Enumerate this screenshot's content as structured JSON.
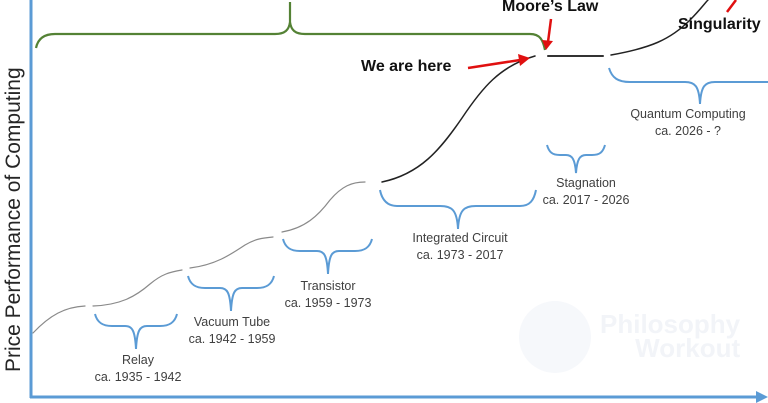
{
  "chart_data": {
    "type": "line",
    "title": "",
    "ylabel": "Price Performance of Computing",
    "xlabel": "",
    "segments": [
      {
        "name": "Relay",
        "period": "ca. 1935 - 1942"
      },
      {
        "name": "Vacuum Tube",
        "period": "ca. 1942 - 1959"
      },
      {
        "name": "Transistor",
        "period": "ca. 1959 - 1973"
      },
      {
        "name": "Integrated Circuit",
        "period": "ca. 1973 - 2017"
      },
      {
        "name": "Stagnation",
        "period": "ca. 2017 - 2026"
      },
      {
        "name": "Quantum Computing",
        "period": "ca. 2026 - ?"
      }
    ],
    "annotations": [
      "Moore's Law",
      "We are here",
      "Singularity"
    ]
  },
  "axis": {
    "ylabel": "Price Performance of Computing",
    "color": "#5b9bd5"
  },
  "colors": {
    "brace": "#5b9bd5",
    "top_brace": "#548235",
    "arrow": "#e01010",
    "curve": "#333333"
  },
  "eras": [
    {
      "name": "Relay",
      "period": "ca. 1935 - 1942"
    },
    {
      "name": "Vacuum Tube",
      "period": "ca. 1942 - 1959"
    },
    {
      "name": "Transistor",
      "period": "ca. 1959 - 1973"
    },
    {
      "name": "Integrated Circuit",
      "period": "ca. 1973 - 2017"
    },
    {
      "name": "Stagnation",
      "period": "ca. 2017 - 2026"
    },
    {
      "name": "Quantum Computing",
      "period": "ca. 2026 - ?"
    }
  ],
  "callouts": {
    "moores_law": "Moore’s Law",
    "we_are_here": "We are here",
    "singularity": "Singularity"
  },
  "watermark": {
    "line1": "Philosophy",
    "line2": "Workout"
  }
}
